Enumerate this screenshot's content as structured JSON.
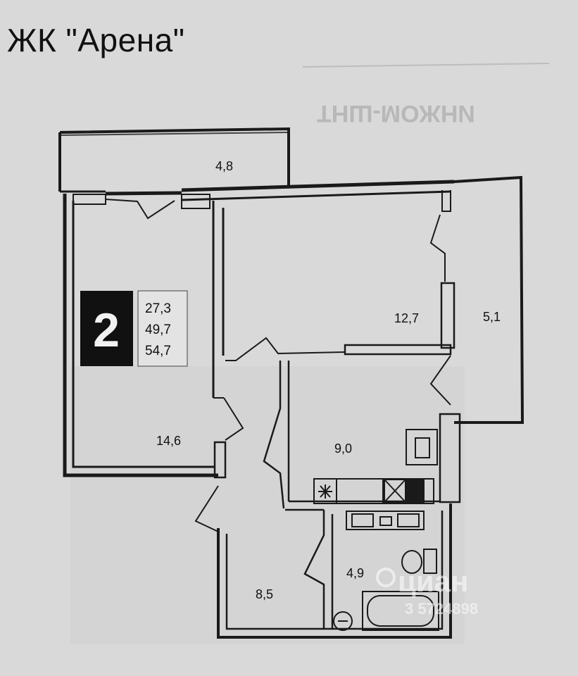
{
  "title": "ЖК \"Арена\"",
  "rooms_count": "2",
  "areas_summary": [
    "27,3",
    "49,7",
    "54,7"
  ],
  "rooms": [
    {
      "name": "balcony-top",
      "area": "4,8"
    },
    {
      "name": "room-bedroom",
      "area": "12,7"
    },
    {
      "name": "balcony-right",
      "area": "5,1"
    },
    {
      "name": "room-living",
      "area": "14,6"
    },
    {
      "name": "kitchen",
      "area": "9,0"
    },
    {
      "name": "hallway",
      "area": "8,5"
    },
    {
      "name": "bathroom",
      "area": "4,9"
    }
  ],
  "watermark": {
    "brand": "циан",
    "phone": "3 5724898"
  },
  "bleed_through_text": "ТНШ-МОЖНИ",
  "colors": {
    "paper": "#d9d9d9",
    "wall": "#1a1a1a",
    "badge": "#111111"
  }
}
